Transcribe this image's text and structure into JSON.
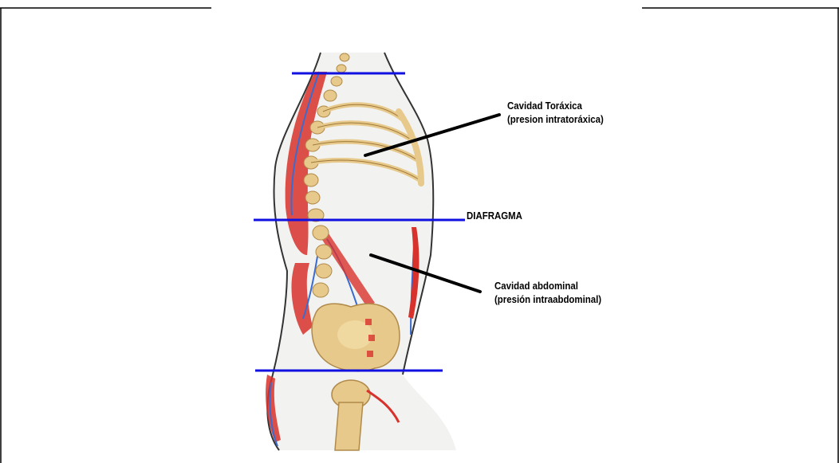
{
  "labels": {
    "thoracic_line1": "Cavidad Toráxica",
    "thoracic_line2": "(presion intratoráxica)",
    "diaphragm": "DIAFRAGMA",
    "abdominal_line1": "Cavidad abdominal",
    "abdominal_line2": "(presión intraabdominal)"
  },
  "colors": {
    "level_line": "#1010e0",
    "leader_line": "#000000",
    "bone": "#e7c98b",
    "muscle": "#d8322c",
    "vessel": "#3a6bd0",
    "skin_outline": "#333333"
  }
}
